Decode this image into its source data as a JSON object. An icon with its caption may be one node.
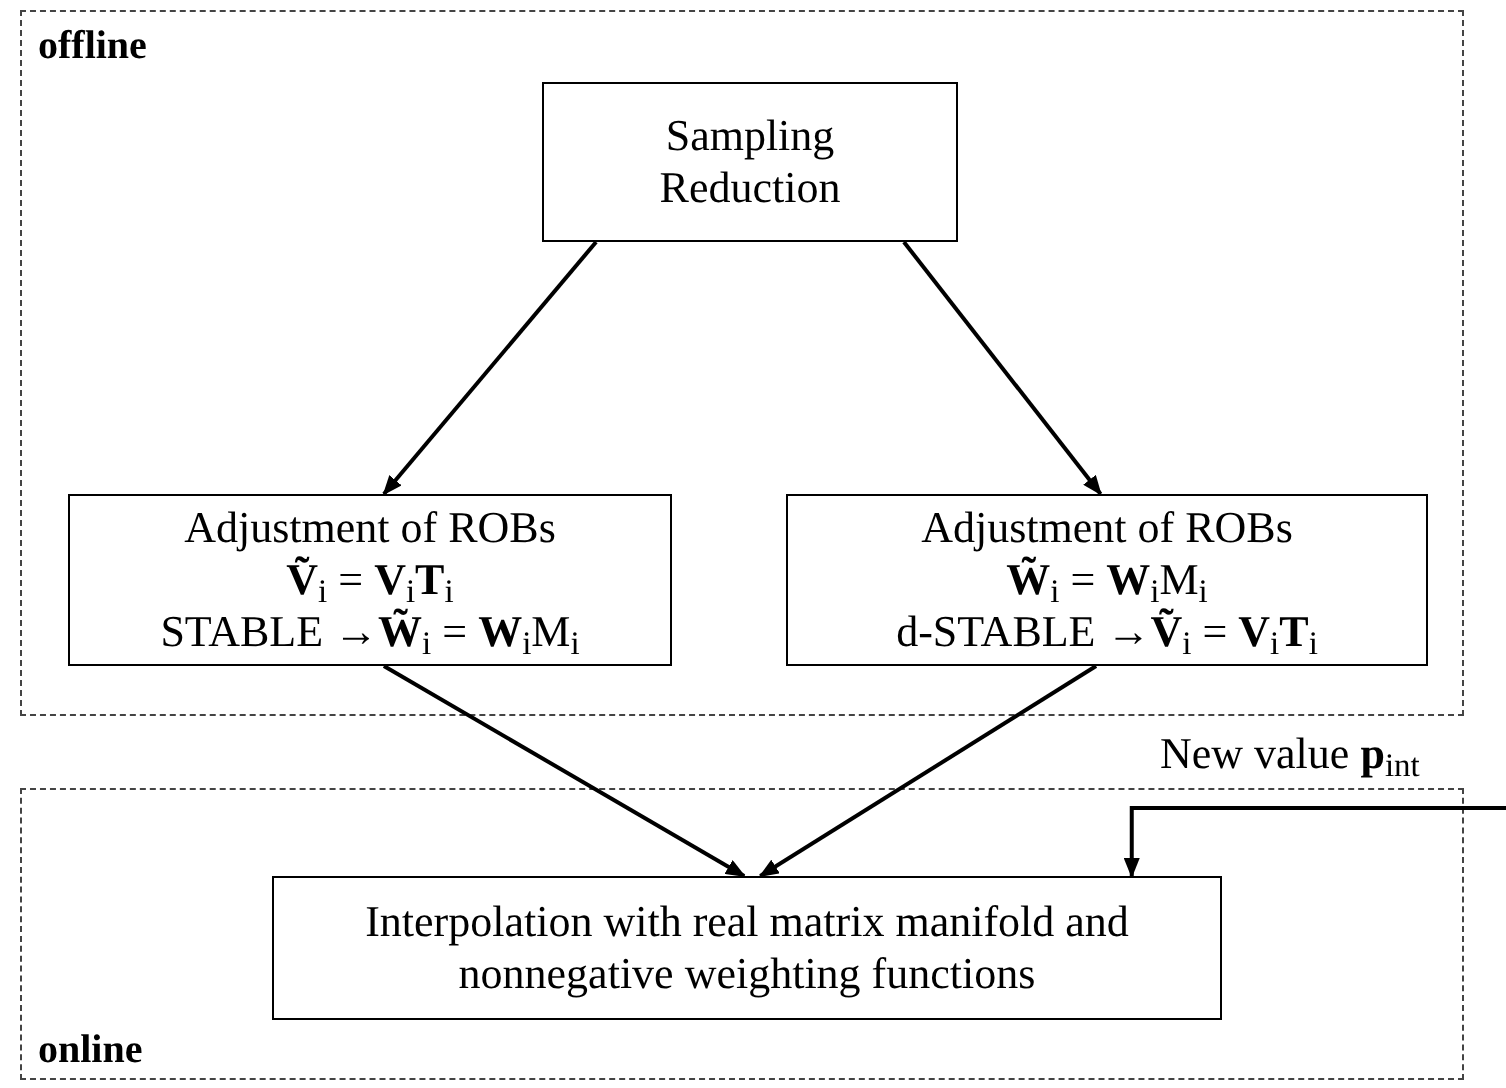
{
  "diagram": {
    "nodes": [
      {
        "text": [
          "offline"
        ]
      },
      {
        "text": [
          "Sampling Reduction"
        ],
        "in": 0
      },
      {
        "text": [
          "Adjustment of ROBs",
          "**Ṽ**$_{i}$ = **V**$_{i}$**T**$_{i}$",
          "STABLE →**W̃**$_{i}$ = **W**$_{i}$M$_{i}$"
        ],
        "in": 0
      },
      {
        "text": [
          "Adjustment of ROBs",
          "**W̃**$_{i}$ = **W**$_{i}$M$_{i}$",
          "d-STABLE →**Ṽ**$_{i}$ = **V**$_{i}$**T**$_{i}$"
        ],
        "in": 0
      },
      {
        "text": [
          "online"
        ]
      },
      {
        "text": [
          "Interpolation with real matrix manifold and nonnegative weighting functions"
        ],
        "in": 4
      }
    ],
    "edges": [
      {
        "from": 1,
        "to": 2,
        "arrow": "to"
      },
      {
        "from": 1,
        "to": 3,
        "arrow": "to"
      },
      {
        "from": 2,
        "to": 5,
        "arrow": "to"
      },
      {
        "from": 3,
        "to": 5,
        "arrow": "to"
      },
      {
        "from": null,
        "to": 5,
        "arrow": "to",
        "label": "New value **p**$_{int}$"
      }
    ]
  }
}
